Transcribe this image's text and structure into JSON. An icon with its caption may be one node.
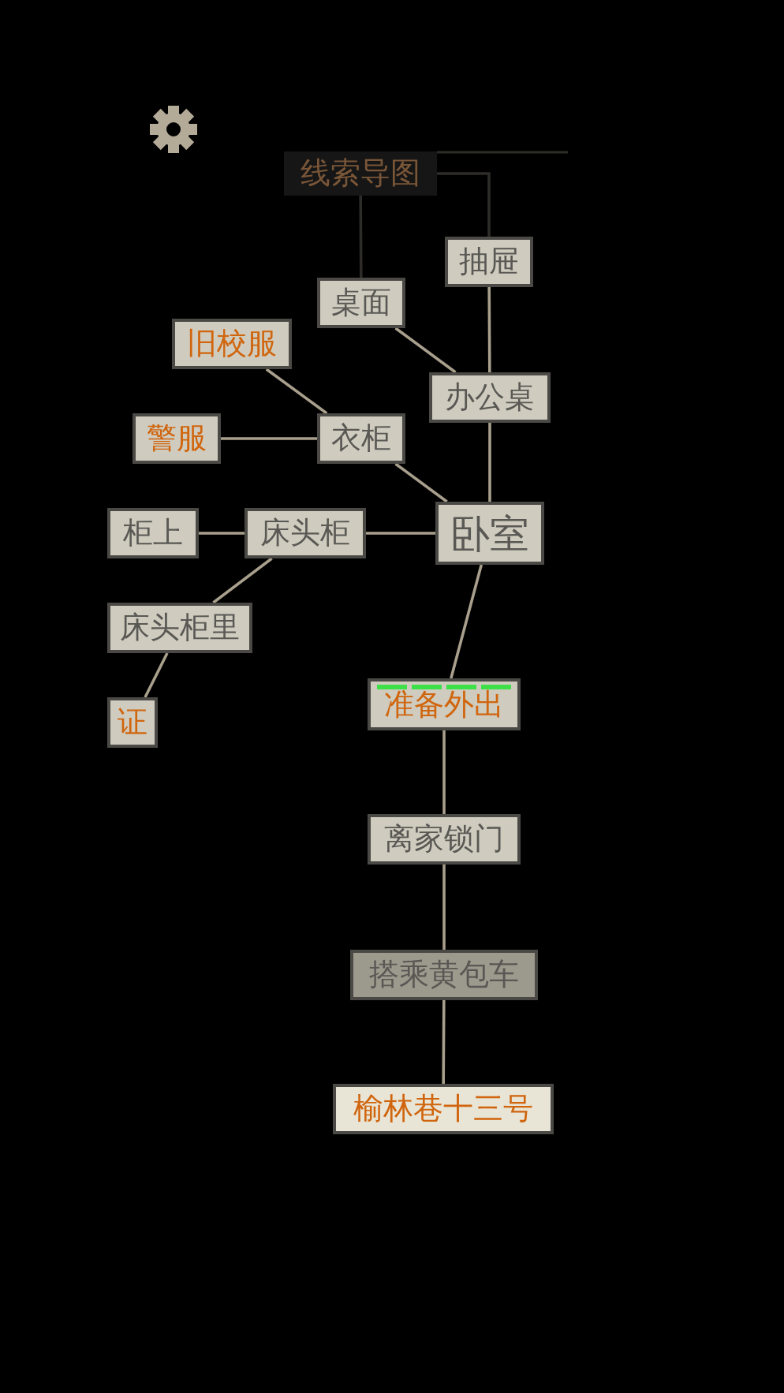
{
  "diagram": {
    "nodes": [
      {
        "text": [
          "线索导图"
        ]
      },
      {
        "text": [
          "抽屉"
        ]
      },
      {
        "text": [
          "桌面"
        ]
      },
      {
        "text": [
          "旧校服"
        ]
      },
      {
        "text": [
          "办公桌"
        ]
      },
      {
        "text": [
          "警服"
        ]
      },
      {
        "text": [
          "衣柜"
        ]
      },
      {
        "text": [
          "卧室"
        ]
      },
      {
        "text": [
          "柜上"
        ]
      },
      {
        "text": [
          "床头柜"
        ]
      },
      {
        "text": [
          "床头柜里"
        ]
      },
      {
        "text": [
          "证"
        ]
      },
      {
        "text": [
          "准备外出"
        ]
      },
      {
        "text": [
          "离家锁门"
        ]
      },
      {
        "text": [
          "搭乘黄包车"
        ]
      },
      {
        "text": [
          "榆林巷十三号"
        ]
      }
    ],
    "edges": [
      {
        "from": 0,
        "to": 2,
        "arrow": "none",
        "color": "#2e2c28"
      },
      {
        "from": 0,
        "to": 1,
        "arrow": "none",
        "color": "#2e2c28"
      },
      {
        "from": 1,
        "to": 4,
        "arrow": "none"
      },
      {
        "from": 2,
        "to": 4,
        "arrow": "none"
      },
      {
        "from": 3,
        "to": 6,
        "arrow": "none"
      },
      {
        "from": 5,
        "to": 6,
        "arrow": "none"
      },
      {
        "from": 6,
        "to": 7,
        "arrow": "none"
      },
      {
        "from": 4,
        "to": 7,
        "arrow": "none"
      },
      {
        "from": 9,
        "to": 7,
        "arrow": "none"
      },
      {
        "from": 8,
        "to": 9,
        "arrow": "none"
      },
      {
        "from": 9,
        "to": 10,
        "arrow": "none"
      },
      {
        "from": 10,
        "to": 11,
        "arrow": "none"
      },
      {
        "from": 7,
        "to": 12,
        "arrow": "none"
      },
      {
        "from": 12,
        "to": 13,
        "arrow": "none"
      },
      {
        "from": 13,
        "to": 14,
        "arrow": "none"
      },
      {
        "from": 14,
        "to": 15,
        "arrow": "none"
      }
    ]
  }
}
